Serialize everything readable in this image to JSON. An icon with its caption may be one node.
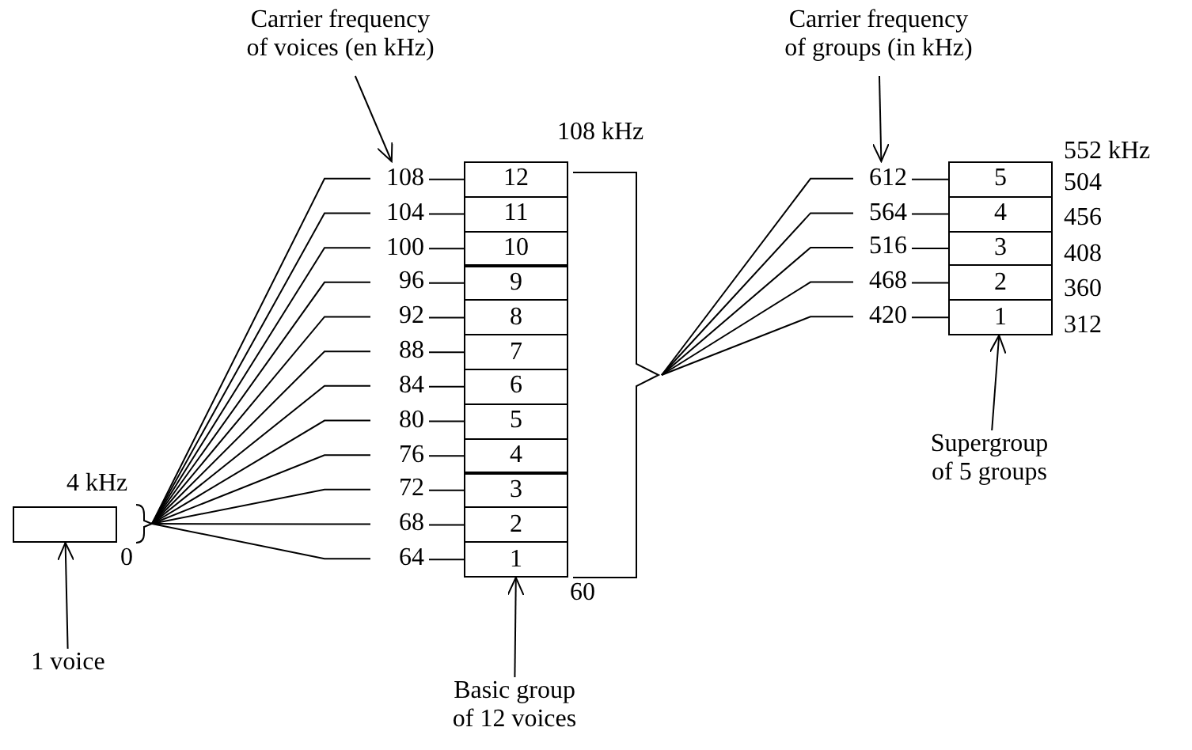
{
  "diagram": {
    "nodes": [
      {
        "text": [
          "Carrier frequency of voices (en kHz)"
        ]
      },
      {
        "text": [
          "Carrier frequency of groups (in kHz)"
        ]
      },
      {
        "text": [
          "108"
        ]
      },
      {
        "text": [
          "104"
        ]
      },
      {
        "text": [
          "100"
        ]
      },
      {
        "text": [
          "96"
        ]
      },
      {
        "text": [
          "92"
        ]
      },
      {
        "text": [
          "88"
        ]
      },
      {
        "text": [
          "84"
        ]
      },
      {
        "text": [
          "80"
        ]
      },
      {
        "text": [
          "76"
        ]
      },
      {
        "text": [
          "72"
        ]
      },
      {
        "text": [
          "68"
        ]
      },
      {
        "text": [
          "64"
        ]
      },
      {
        "text": [
          "12"
        ]
      },
      {
        "text": [
          "11"
        ]
      },
      {
        "text": [
          "10"
        ]
      },
      {
        "text": [
          "9"
        ]
      },
      {
        "text": [
          "8"
        ]
      },
      {
        "text": [
          "7"
        ]
      },
      {
        "text": [
          "6"
        ]
      },
      {
        "text": [
          "5"
        ]
      },
      {
        "text": [
          "4"
        ]
      },
      {
        "text": [
          "3"
        ]
      },
      {
        "text": [
          "2"
        ]
      },
      {
        "text": [
          "1"
        ]
      },
      {
        "text": [],
        "shape": "bracket"
      },
      {
        "text": [
          "612"
        ]
      },
      {
        "text": [
          "564"
        ]
      },
      {
        "text": [
          "516"
        ]
      },
      {
        "text": [
          "468"
        ]
      },
      {
        "text": [
          "420"
        ]
      },
      {
        "text": [
          "5"
        ]
      },
      {
        "text": [
          "4"
        ]
      },
      {
        "text": [
          "3"
        ]
      },
      {
        "text": [
          "2"
        ]
      },
      {
        "text": [
          "1"
        ]
      },
      {
        "text": [],
        "shape": "box"
      },
      {
        "text": [],
        "shape": "bracket"
      },
      {
        "text": [
          "1 voice"
        ]
      },
      {
        "text": [
          "Basic group of 12 voices"
        ]
      },
      {
        "text": [
          "Supergroup of 5 groups"
        ]
      }
    ],
    "edges": [
      {
        "from": 0,
        "to": 2,
        "arrow": "to"
      },
      {
        "from": 1,
        "to": 27,
        "arrow": "to"
      },
      {
        "from": 38,
        "to": 2,
        "arrow": "none"
      },
      {
        "from": 38,
        "to": 3,
        "arrow": "none"
      },
      {
        "from": 38,
        "to": 4,
        "arrow": "none"
      },
      {
        "from": 38,
        "to": 5,
        "arrow": "none"
      },
      {
        "from": 38,
        "to": 6,
        "arrow": "none"
      },
      {
        "from": 38,
        "to": 7,
        "arrow": "none"
      },
      {
        "from": 38,
        "to": 8,
        "arrow": "none"
      },
      {
        "from": 38,
        "to": 9,
        "arrow": "none"
      },
      {
        "from": 38,
        "to": 10,
        "arrow": "none"
      },
      {
        "from": 38,
        "to": 11,
        "arrow": "none"
      },
      {
        "from": 38,
        "to": 12,
        "arrow": "none"
      },
      {
        "from": 38,
        "to": 13,
        "arrow": "none"
      },
      {
        "from": 2,
        "to": 14,
        "arrow": "none"
      },
      {
        "from": 3,
        "to": 15,
        "arrow": "none"
      },
      {
        "from": 4,
        "to": 16,
        "arrow": "none"
      },
      {
        "from": 5,
        "to": 17,
        "arrow": "none"
      },
      {
        "from": 6,
        "to": 18,
        "arrow": "none"
      },
      {
        "from": 7,
        "to": 19,
        "arrow": "none"
      },
      {
        "from": 8,
        "to": 20,
        "arrow": "none"
      },
      {
        "from": 9,
        "to": 21,
        "arrow": "none"
      },
      {
        "from": 10,
        "to": 22,
        "arrow": "none"
      },
      {
        "from": 11,
        "to": 23,
        "arrow": "none"
      },
      {
        "from": 12,
        "to": 24,
        "arrow": "none"
      },
      {
        "from": 13,
        "to": 25,
        "arrow": "none"
      },
      {
        "from": 26,
        "to": 27,
        "arrow": "none"
      },
      {
        "from": 26,
        "to": 28,
        "arrow": "none"
      },
      {
        "from": 26,
        "to": 29,
        "arrow": "none"
      },
      {
        "from": 26,
        "to": 30,
        "arrow": "none"
      },
      {
        "from": 26,
        "to": 31,
        "arrow": "none"
      },
      {
        "from": 27,
        "to": 32,
        "arrow": "none"
      },
      {
        "from": 28,
        "to": 33,
        "arrow": "none"
      },
      {
        "from": 29,
        "to": 34,
        "arrow": "none"
      },
      {
        "from": 30,
        "to": 35,
        "arrow": "none"
      },
      {
        "from": 31,
        "to": 36,
        "arrow": "none"
      },
      {
        "from": 39,
        "to": 37,
        "arrow": "to"
      },
      {
        "from": 40,
        "to": 25,
        "arrow": "to"
      },
      {
        "from": 41,
        "to": 36,
        "arrow": "to"
      }
    ],
    "labels": [
      "108 kHz",
      "552 kHz",
      "504",
      "456",
      "408",
      "360",
      "312",
      "4 kHz",
      "0",
      "60"
    ]
  }
}
